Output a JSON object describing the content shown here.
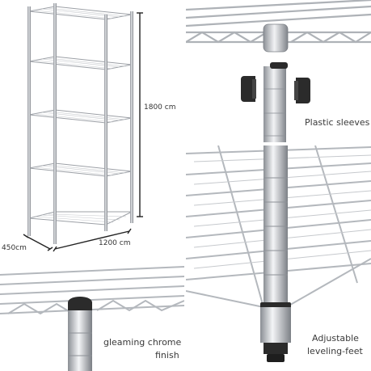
{
  "dimensions": {
    "height": "1800 cm",
    "width": "1200 cm",
    "depth": "450cm"
  },
  "captions": {
    "sleeves": "Plastic sleeves",
    "finish_line1": "gleaming chrome",
    "finish_line2": "finish",
    "feet_line1": "Adjustable",
    "feet_line2": "leveling-feet"
  },
  "colors": {
    "chrome": "#b9bcc0",
    "chrome_dark": "#7d8187",
    "sleeve": "#2b2b2b",
    "text": "#3a3a3a"
  }
}
